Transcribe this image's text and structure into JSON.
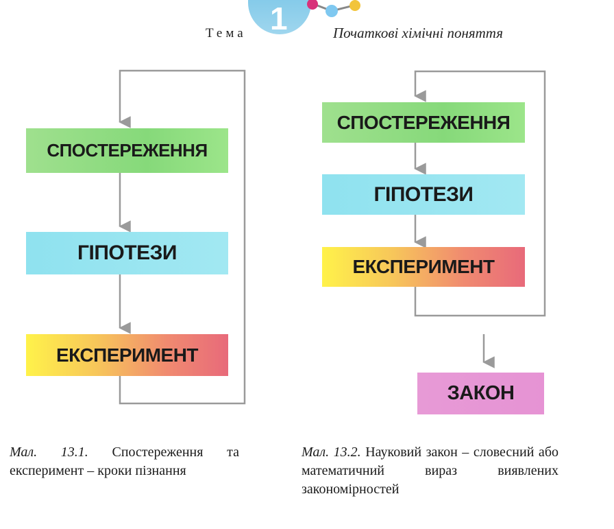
{
  "header": {
    "word": "Тема",
    "badge_number": "1",
    "title": "Початкові хімічні поняття"
  },
  "figure1": {
    "steps": [
      "СПОСТЕРЕЖЕННЯ",
      "ГІПОТЕЗИ",
      "ЕКСПЕРИМЕНТ"
    ],
    "caption_label": "Мал. 13.1.",
    "caption_text": "Спостереження та експеримент – кроки пізнання"
  },
  "figure2": {
    "steps": [
      "СПОСТЕРЕЖЕННЯ",
      "ГІПОТЕЗИ",
      "ЕКСПЕРИМЕНТ"
    ],
    "result": "ЗАКОН",
    "caption_label": "Мал. 13.2.",
    "caption_text": "Науковий закон – словесний або математичний вираз виявлених закономірностей"
  },
  "colors": {
    "observation": "#8fdc7e",
    "hypothesis": "#96e4f0",
    "experiment": "#f5a860",
    "law": "#e696d4",
    "arrow": "#9a9a9a"
  }
}
